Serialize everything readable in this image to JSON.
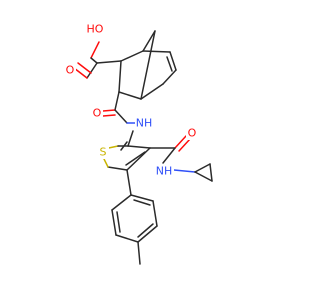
{
  "molecule": {
    "atoms": {
      "oh": "HO",
      "carboxyl_o": "O",
      "amide1_o": "O",
      "amide1_nh": "NH",
      "thiophene_s": "S",
      "amide2_o": "O",
      "amide2_nh": "NH"
    },
    "colors": {
      "bond": "#2b2b2b",
      "oxygen": "#ff0d0d",
      "nitrogen": "#3050f8",
      "sulfur": "#c9b400"
    }
  }
}
